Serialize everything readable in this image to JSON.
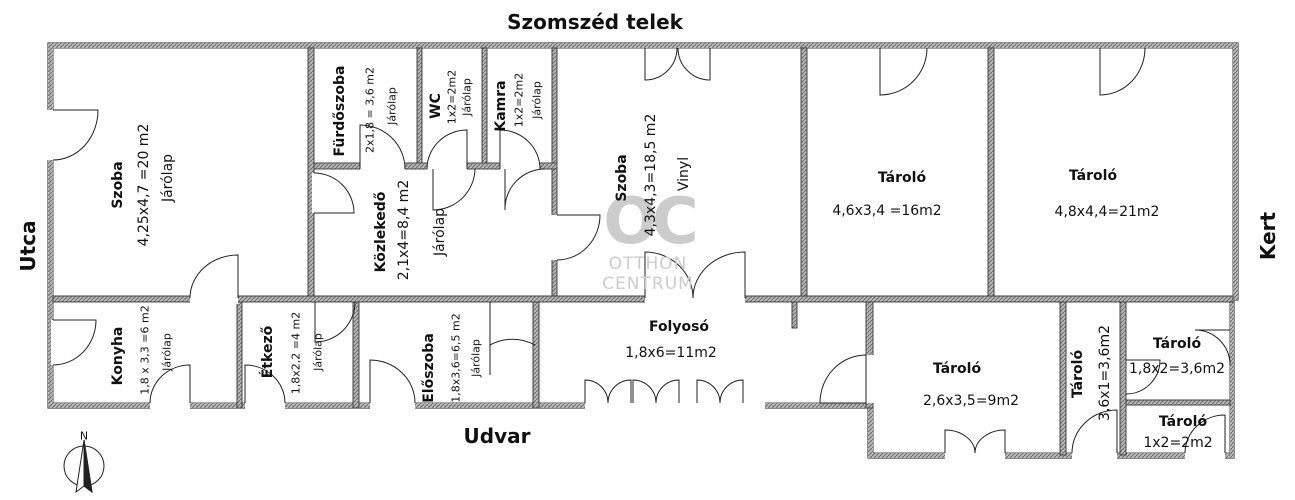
{
  "labels": {
    "top": "Szomszéd telek",
    "left": "Utca",
    "right": "Kert",
    "bottom": "Udvar",
    "north": "N"
  },
  "rooms": {
    "szoba1": {
      "name": "Szoba",
      "dim": "4,25x4,7 =20 m2",
      "mat": "Járólap"
    },
    "furdo": {
      "name": "Fürdőszoba",
      "dim": "2x1,8 = 3,6 m2",
      "mat": "Járólap"
    },
    "wc": {
      "name": "WC",
      "dim": "1x2=2m2",
      "mat": "Járólap"
    },
    "kamra": {
      "name": "Kamra",
      "dim": "1x2=2m2",
      "mat": "Járólap"
    },
    "kozlekedo": {
      "name": "Közlekedő",
      "dim": "2,1x4=8,4 m2",
      "mat": "Járólap"
    },
    "szoba2": {
      "name": "Szoba",
      "dim": "4,3x4,3=18,5 m2",
      "mat": "Vinyl"
    },
    "tarolo1": {
      "name": "Tároló",
      "dim": "4,6x3,4 =16m2"
    },
    "tarolo2": {
      "name": "Tároló",
      "dim": "4,8x4,4=21m2"
    },
    "konyha": {
      "name": "Konyha",
      "dim": "1,8 x 3,3 =6 m2",
      "mat": "Járólap"
    },
    "etkezo": {
      "name": "Étkező",
      "dim": "1,8x2,2 =4 m2",
      "mat": "Járólap"
    },
    "eloszoba": {
      "name": "Előszoba",
      "dim": "1,8x3,6=6,5 m2",
      "mat": "Járólap"
    },
    "folyoso": {
      "name": "Folyosó",
      "dim": "1,8x6=11m2"
    },
    "tarolo3": {
      "name": "Tároló",
      "dim": "2,6x3,5=9m2"
    },
    "tarolo4": {
      "name": "Tároló",
      "dim": "3,6x1=3,6m2"
    },
    "tarolo5": {
      "name": "Tároló",
      "dim": "1,8x2=3,6m2"
    },
    "tarolo6": {
      "name": "Tároló",
      "dim": "1x2=2m2"
    }
  },
  "watermark": {
    "mark": "OC",
    "line1": "OTTHON",
    "line2": "CENTRUM"
  },
  "colors": {
    "wall": "#7a7a7a",
    "ink": "#111111",
    "watermark": "#cccccc"
  }
}
